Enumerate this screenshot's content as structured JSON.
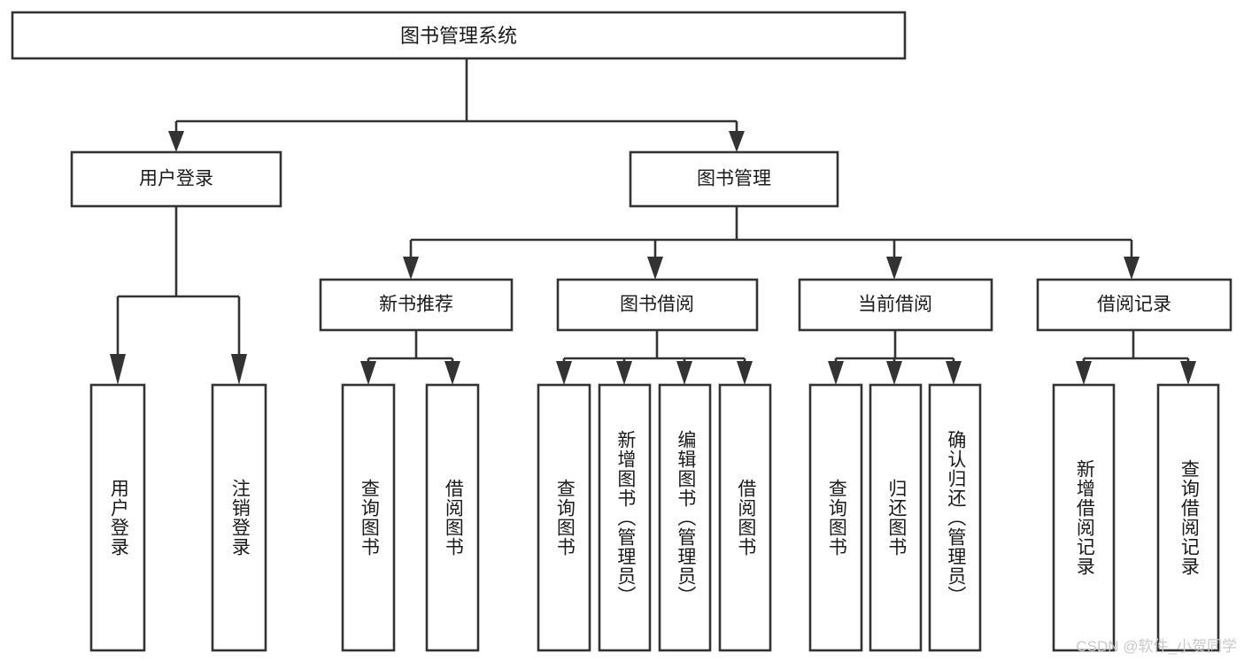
{
  "diagram": {
    "type": "tree-hierarchy",
    "title": "图书管理系统",
    "root": {
      "label": "图书管理系统",
      "name": "root-node"
    },
    "level2": [
      {
        "label": "用户登录",
        "name": "node-user-login"
      },
      {
        "label": "图书管理",
        "name": "node-book-management"
      }
    ],
    "level3": [
      {
        "label": "新书推荐",
        "name": "node-new-book-recommend"
      },
      {
        "label": "图书借阅",
        "name": "node-book-borrow"
      },
      {
        "label": "当前借阅",
        "name": "node-current-borrow"
      },
      {
        "label": "借阅记录",
        "name": "node-borrow-record"
      }
    ],
    "leaves": {
      "user_login": [
        {
          "label": "用户登录",
          "name": "leaf-user-login"
        },
        {
          "label": "注销登录",
          "name": "leaf-logout"
        }
      ],
      "new_book_recommend": [
        {
          "label": "查询图书",
          "name": "leaf-query-book-1"
        },
        {
          "label": "借阅图书",
          "name": "leaf-borrow-book-1"
        }
      ],
      "book_borrow": [
        {
          "label": "查询图书",
          "name": "leaf-query-book-2"
        },
        {
          "label": "新增图书（管理员）",
          "name": "leaf-add-book-admin"
        },
        {
          "label": "编辑图书（管理员）",
          "name": "leaf-edit-book-admin"
        },
        {
          "label": "借阅图书",
          "name": "leaf-borrow-book-2"
        }
      ],
      "current_borrow": [
        {
          "label": "查询图书",
          "name": "leaf-query-book-3"
        },
        {
          "label": "归还图书",
          "name": "leaf-return-book"
        },
        {
          "label": "确认归还（管理员）",
          "name": "leaf-confirm-return-admin"
        }
      ],
      "borrow_record": [
        {
          "label": "新增借阅记录",
          "name": "leaf-add-borrow-record"
        },
        {
          "label": "查询借阅记录",
          "name": "leaf-query-borrow-record"
        }
      ]
    }
  },
  "watermark": {
    "text": "CSDN @软件_小贺同学"
  },
  "colors": {
    "stroke": "#333333",
    "box_fill": "#ffffff",
    "text": "#1a1a1a",
    "watermark": "#c9c9c9",
    "background": "#ffffff"
  }
}
